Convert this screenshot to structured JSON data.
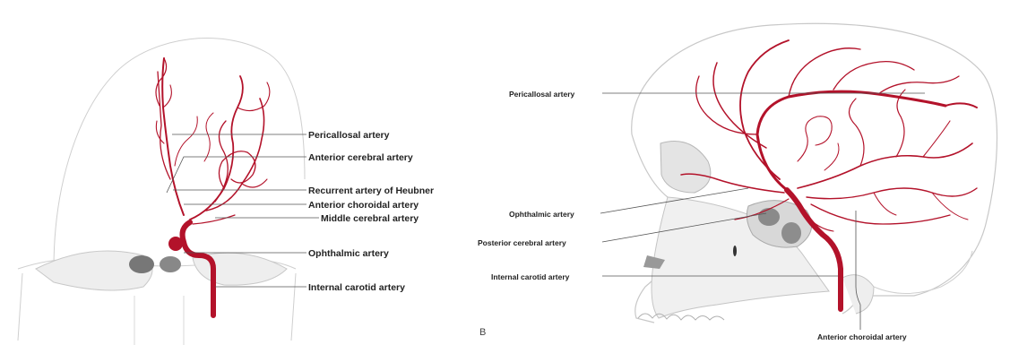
{
  "left_panel": {
    "labels": [
      "Pericallosal artery",
      "Anterior cerebral artery",
      "Recurrent artery of Heubner",
      "Anterior choroidal artery",
      "Middle cerebral artery",
      "Ophthalmic artery",
      "Internal carotid artery"
    ]
  },
  "right_panel": {
    "panel_letter": "B",
    "labels": {
      "pericallosal": "Pericallosal artery",
      "ophthalmic": "Ophthalmic artery",
      "posterior_cerebral": "Posterior cerebral artery",
      "internal_carotid": "Internal carotid artery",
      "anterior_choroidal": "Anterior choroidal artery"
    }
  },
  "colors": {
    "artery": "#b3122a",
    "bone_outline": "#bdbdbd",
    "bone_fill": "#ececec",
    "leader_line": "#555555"
  }
}
